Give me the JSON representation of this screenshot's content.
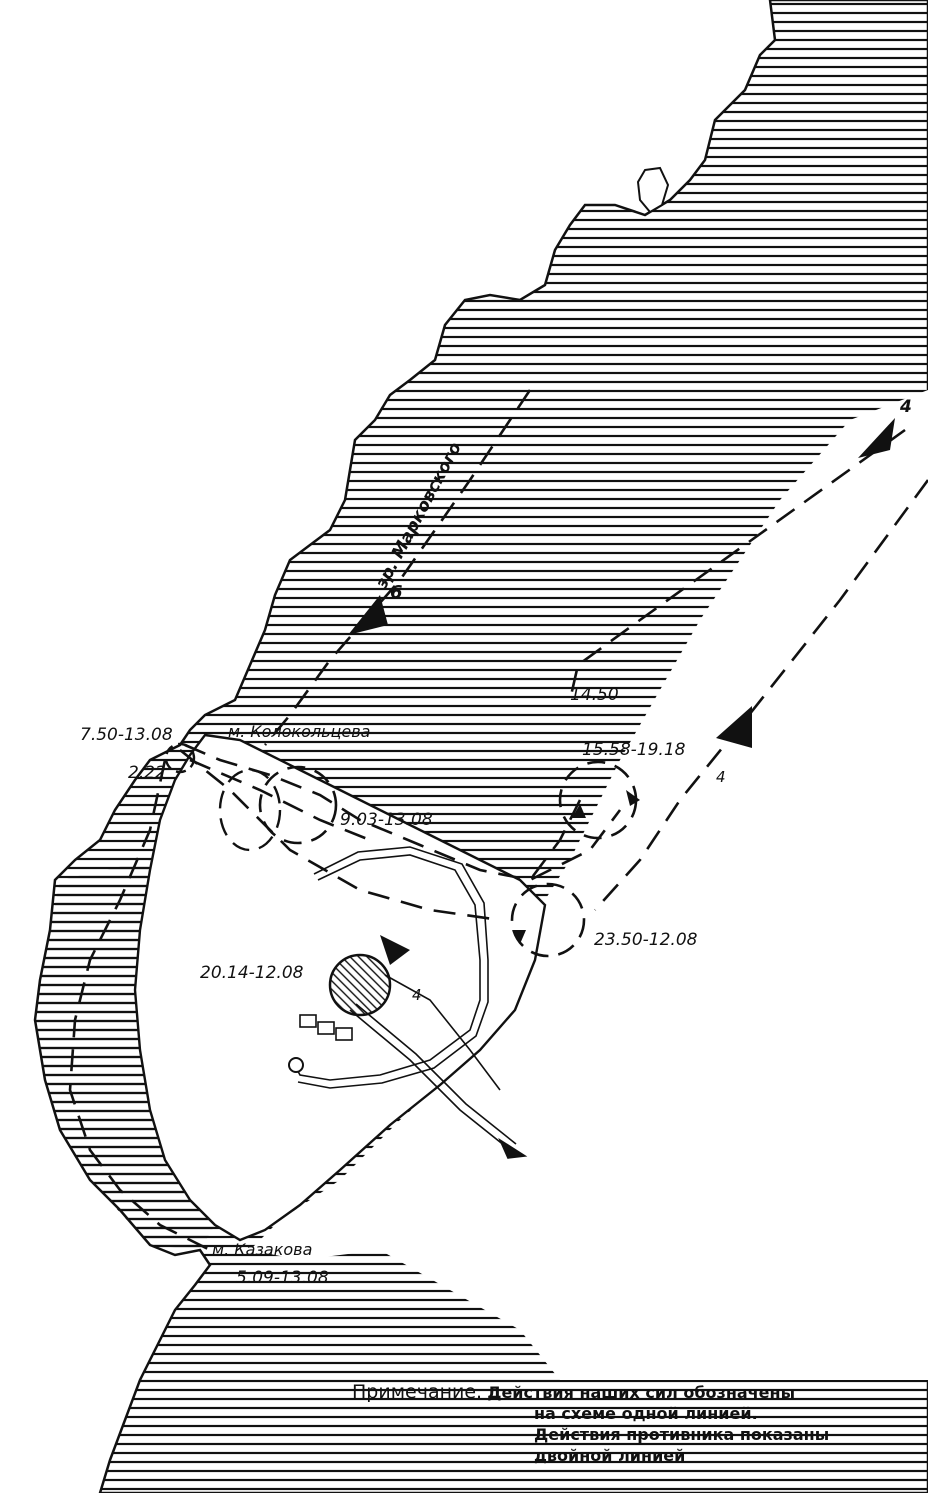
{
  "map": {
    "colors": {
      "ink": "#111111",
      "paper": "#ffffff"
    },
    "places": {
      "cape_kolokoltseva": "м. Колокольцева",
      "cape_kazakova": "м. Казакова",
      "gulf_markovskogo": "зр. Марковского"
    },
    "unit_marks": {
      "four_top": "4",
      "four_mid": "4",
      "four_low": "4",
      "six": "6"
    },
    "times": {
      "t1": "7.50-13.08",
      "t2": "2.22",
      "t3": "9.03-13.08",
      "t4": "14.50",
      "t5": "15.58-19.18",
      "t6": "23.50-12.08",
      "t7": "20.14-12.08",
      "t8": "5.09-13.08"
    }
  },
  "note": {
    "title": "Примечание.",
    "line1": "Действия наших сил обозначены",
    "line2": "на схеме одной линией.",
    "line3": "Действия противника показаны",
    "line4": "двойной линией"
  }
}
